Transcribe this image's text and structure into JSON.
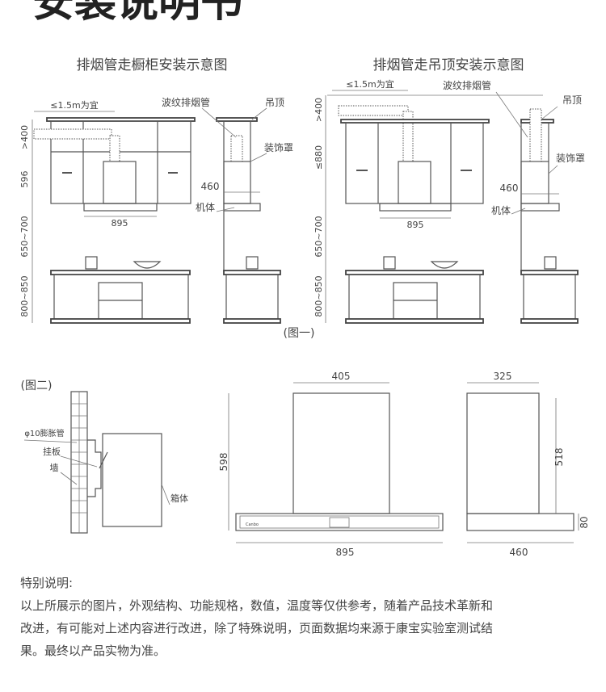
{
  "header": {
    "title": "安装说明书"
  },
  "figure1": {
    "caption": "(图一)",
    "left": {
      "title": "排烟管走橱柜安装示意图",
      "span_label": "≤1.5m为宜",
      "dim_top": ">400",
      "dim_cabinet": "596",
      "dim_gap": "650~700",
      "dim_counter": "800~850",
      "width": "895",
      "depth": "460",
      "duct_label": "波纹排烟管",
      "ceiling_label": "吊顶",
      "cover_label": "装饰罩",
      "body_label": "机体"
    },
    "right": {
      "title": "排烟管走吊顶安装示意图",
      "span_label": "≤1.5m为宜",
      "dim_top": ">400",
      "dim_cabinet": "≤880",
      "dim_gap": "650~700",
      "dim_counter": "800~850",
      "width": "895",
      "depth": "460",
      "duct_label": "波纹排烟管",
      "ceiling_label": "吊顶",
      "cover_label": "装饰罩",
      "body_label": "机体"
    }
  },
  "figure2": {
    "caption": "(图二)",
    "pipe_label": "φ10膨胀管",
    "plate_label": "挂板",
    "wall_label": "墙",
    "box_label": "箱体",
    "brand": "Canbo"
  },
  "dimensions": {
    "front_top_width": "405",
    "front_height": "598",
    "front_width": "895",
    "side_top_width": "325",
    "side_height": "518",
    "side_base_height": "80",
    "side_depth": "460"
  },
  "notes": {
    "heading": "特别说明:",
    "lines": [
      "以上所展示的图片，外观结构、功能规格，数值，温度等仅供参考，随着产品技术革新和",
      "改进，有可能对上述内容进行改进，除了特殊说明，页面数据均来源于康宝实验室测试结",
      "果。最终以产品实物为准。"
    ]
  }
}
